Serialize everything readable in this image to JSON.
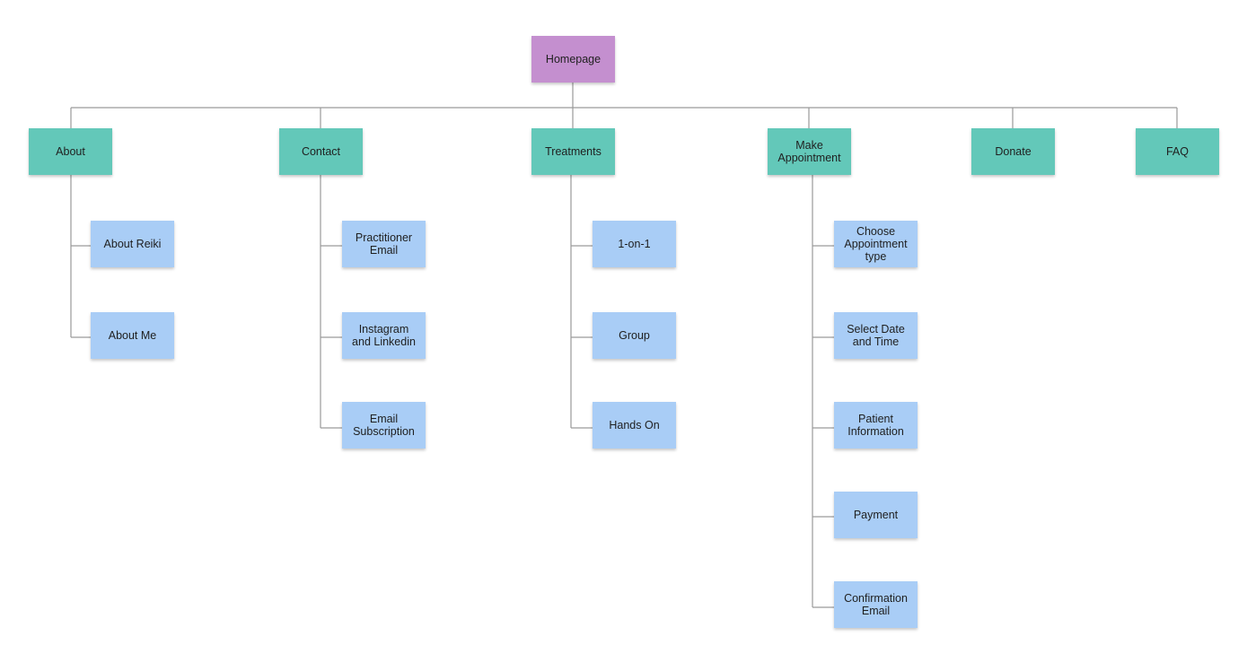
{
  "root": {
    "label": "Homepage"
  },
  "sections": [
    {
      "id": "about",
      "label": "About",
      "children": [
        "About Reiki",
        "About Me"
      ]
    },
    {
      "id": "contact",
      "label": "Contact",
      "children": [
        "Practitioner Email",
        "Instagram and Linkedin",
        "Email Subscription"
      ]
    },
    {
      "id": "treatments",
      "label": "Treatments",
      "children": [
        "1-on-1",
        "Group",
        "Hands On"
      ]
    },
    {
      "id": "make-appointment",
      "label": "Make Appointment",
      "children": [
        "Choose Appointment type",
        "Select Date and Time",
        "Patient Information",
        "Payment",
        "Confirmation Email"
      ]
    },
    {
      "id": "donate",
      "label": "Donate",
      "children": []
    },
    {
      "id": "faq",
      "label": "FAQ",
      "children": []
    }
  ],
  "colors": {
    "root": "#c48fcf",
    "section": "#63c8b9",
    "page": "#a9cdf6",
    "connector": "#9a9a9a"
  }
}
